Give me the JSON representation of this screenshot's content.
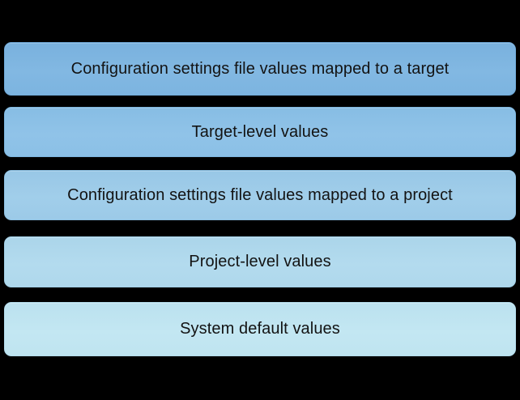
{
  "diagram": {
    "type": "precedence-stack",
    "background_color": "#000000",
    "text_color": "#131313",
    "description": "Vertically stacked precedence bars, highest precedence at top",
    "bars": [
      {
        "label": "Configuration settings file values mapped to a target",
        "fill_color": "#7eb5e0",
        "border_color": "#6fa9d8",
        "rank": 1
      },
      {
        "label": "Target-level values",
        "fill_color": "#8bc0e6",
        "border_color": "#7cb5de",
        "rank": 2
      },
      {
        "label": "Configuration settings file values mapped to a project",
        "fill_color": "#9ccae8",
        "border_color": "#8dc0e2",
        "rank": 3
      },
      {
        "label": "Project-level values",
        "fill_color": "#afd8ec",
        "border_color": "#a1cfe6",
        "rank": 4
      },
      {
        "label": "System default values",
        "fill_color": "#bfe4f0",
        "border_color": "#b2dcec",
        "rank": 5
      }
    ]
  }
}
